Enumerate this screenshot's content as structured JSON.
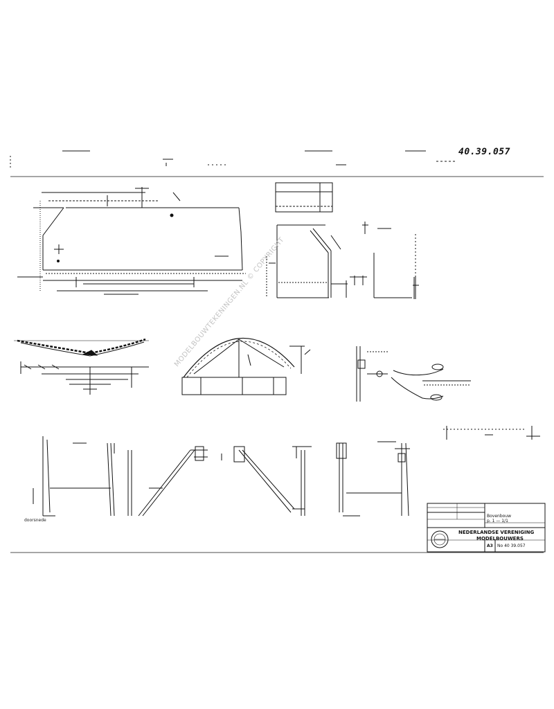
{
  "drawing": {
    "number": "40.39.057"
  },
  "watermark": {
    "text": "MODELBOUWTEKENINGEN.NL © COPYRIGHT"
  },
  "title_block": {
    "organisation_line1": "NEDERLANDSE VERENIGING",
    "organisation_line2": "MODELBOUWERS",
    "sheet_size": "A3",
    "number_label": "No 40 39.057",
    "part_line1": "Bovenbouw",
    "part_line2": "p. 1 — 1/1"
  },
  "notes": {
    "section_label": "doorsnede"
  },
  "colors": {
    "ink": "#111111",
    "watermark": "#c4c4c4",
    "paper": "#ffffff"
  }
}
